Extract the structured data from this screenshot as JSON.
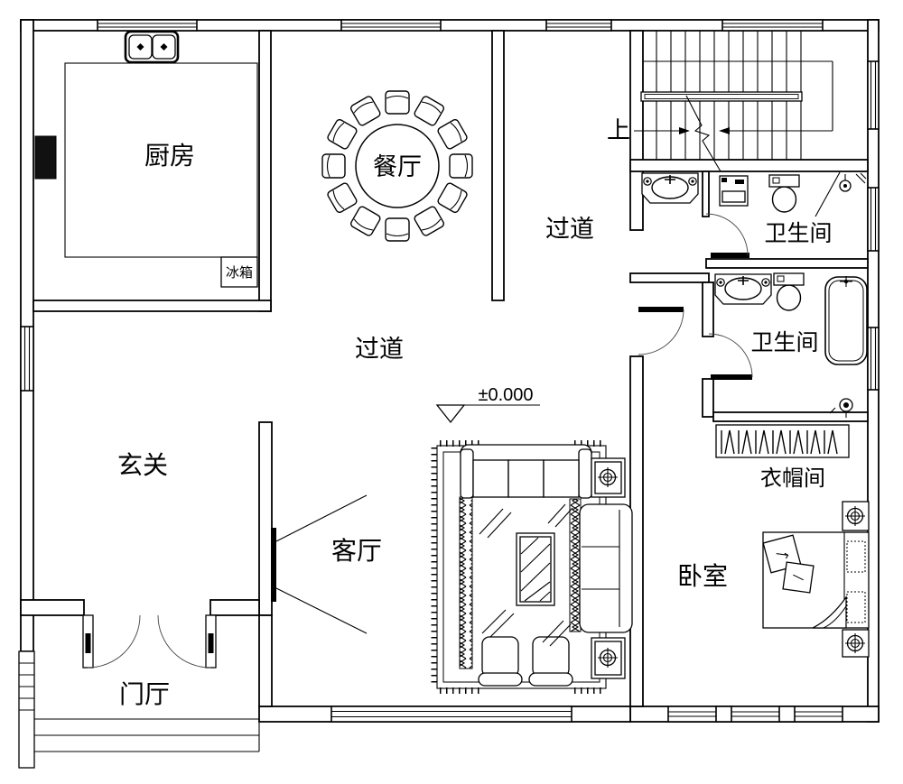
{
  "drawing": {
    "type": "residential-floor-plan",
    "colors": {
      "line": "#000000",
      "background": "#ffffff"
    },
    "labels": {
      "kitchen": "厨房",
      "fridge": "冰箱",
      "dining": "餐厅",
      "hallway_upper": "过道",
      "hallway_main": "过道",
      "stairs_up": "上",
      "bathroom_upper": "卫生间",
      "bathroom_lower": "卫生间",
      "entry": "玄关",
      "living": "客厅",
      "foyer": "门厅",
      "closet": "衣帽间",
      "bedroom": "卧室",
      "elevation": "±0.000"
    }
  }
}
